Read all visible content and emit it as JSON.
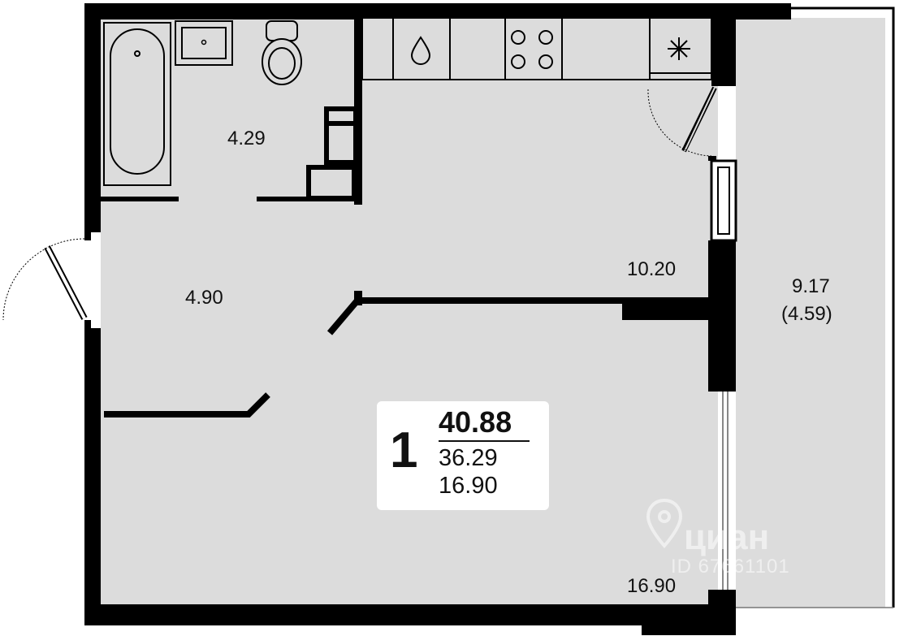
{
  "colors": {
    "wall": "#000000",
    "floor": "#dcdcdc",
    "fixture": "#dcdcdc",
    "fixture_stroke": "#000000",
    "background": "#ffffff",
    "watermark": "#ffffff"
  },
  "rooms": {
    "bathroom_area": "4.29",
    "hallway_area": "4.90",
    "kitchen_area": "10.20",
    "living_room_area": "16.90",
    "balcony_area": "9.17",
    "balcony_area_reduced": "(4.59)"
  },
  "summary": {
    "rooms_count": "1",
    "total_area": "40.88",
    "living_space_area": "36.29",
    "room_area": "16.90"
  },
  "watermark": {
    "brand": "циан",
    "listing_id": "ID 67661101"
  },
  "icons": {
    "bathtub": "bathtub-icon",
    "sink": "sink-icon",
    "toilet": "toilet-icon",
    "kitchen_sink": "water-drop-icon",
    "stove": "stove-icon",
    "fridge": "snowflake-icon",
    "location_pin": "location-pin-icon"
  }
}
